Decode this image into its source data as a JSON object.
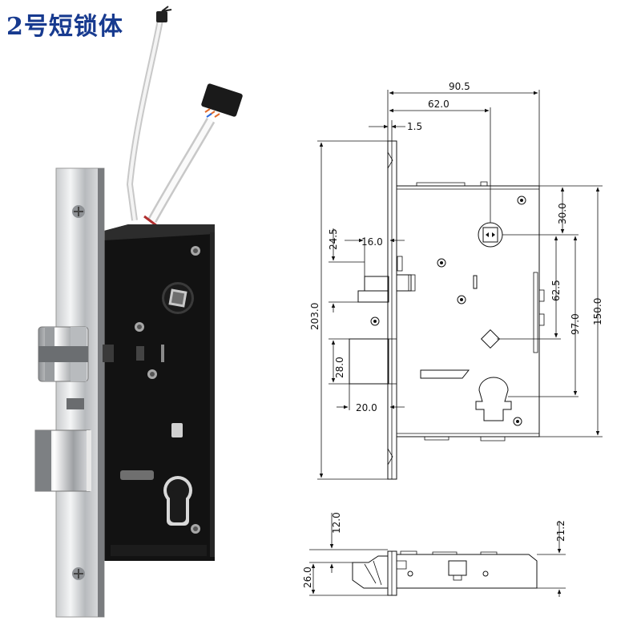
{
  "title": "2号短锁体",
  "dimensions": {
    "total_width": "90.5",
    "spindle_offset": "62.0",
    "faceplate_thickness": "1.5",
    "top_to_spindle": "30.0",
    "spindle_to_cylinder": "62.5",
    "spindle_to_cylinder_bottom": "97.0",
    "case_height": "150.0",
    "faceplate_height": "203.0",
    "latch_height": "24.5",
    "latch_throw": "16.0",
    "deadbolt_height": "28.0",
    "deadbolt_throw": "20.0",
    "side_12": "12.0",
    "side_26": "26.0",
    "side_21": "21.2"
  }
}
